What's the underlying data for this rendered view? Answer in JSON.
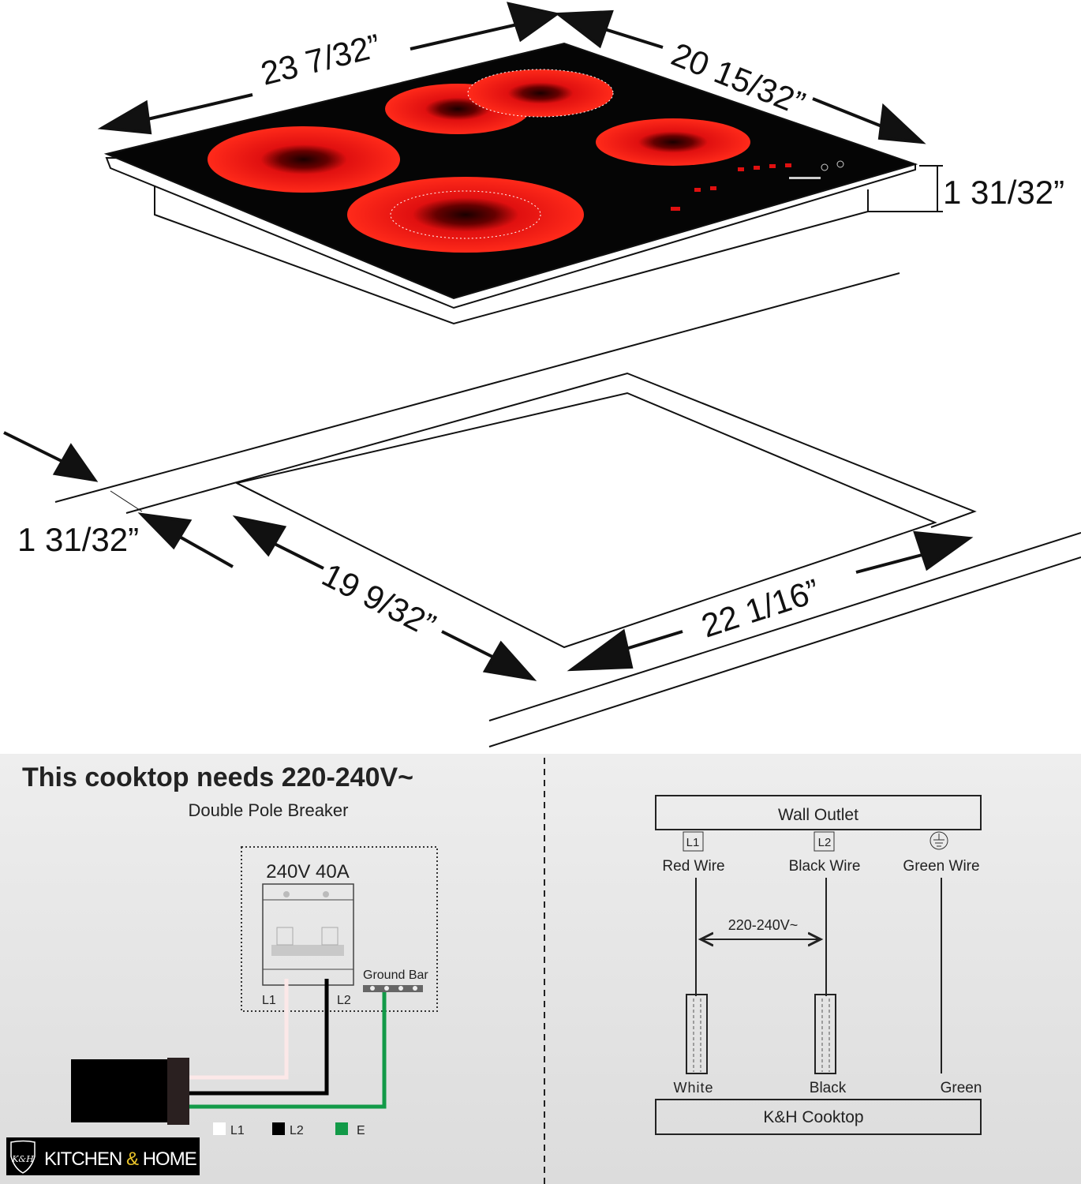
{
  "dimensions": {
    "cooktop_width": "23 7/32”",
    "cooktop_depth": "20 15/32”",
    "cooktop_height": "1 31/32”",
    "counter_gap": "1 31/32”",
    "cutout_depth": "19 9/32”",
    "cutout_width": "22 1/16”"
  },
  "breaker_panel": {
    "title": "This cooktop needs 220-240V~",
    "subtitle": "Double Pole Breaker",
    "rating": "240V 40A",
    "ground_bar": "Ground Bar",
    "terminal_l1": "L1",
    "terminal_l2": "L2",
    "legend": [
      {
        "label": "L1",
        "color": "#ffffff"
      },
      {
        "label": "L2",
        "color": "#000000"
      },
      {
        "label": "E",
        "color": "#129a48"
      }
    ]
  },
  "brand": {
    "name_left": "KITCHEN",
    "amp": "&",
    "name_right": "HOME",
    "monogram": "K&H",
    "accent": "#e8c22a"
  },
  "wiring_diagram": {
    "top": "Wall Outlet",
    "bottom": "K&H Cooktop",
    "voltage": "220-240V~",
    "wires": [
      {
        "terminal": "L1",
        "outlet_wire": "Red Wire",
        "cooktop_wire": "White"
      },
      {
        "terminal": "L2",
        "outlet_wire": "Black Wire",
        "cooktop_wire": "Black"
      },
      {
        "terminal": "ground",
        "outlet_wire": "Green Wire",
        "cooktop_wire": "Green"
      }
    ]
  },
  "colors": {
    "burner": "#e01010",
    "glass": "#050505",
    "ground_wire": "#129a48",
    "panel_bg": "#e2e2e2"
  }
}
